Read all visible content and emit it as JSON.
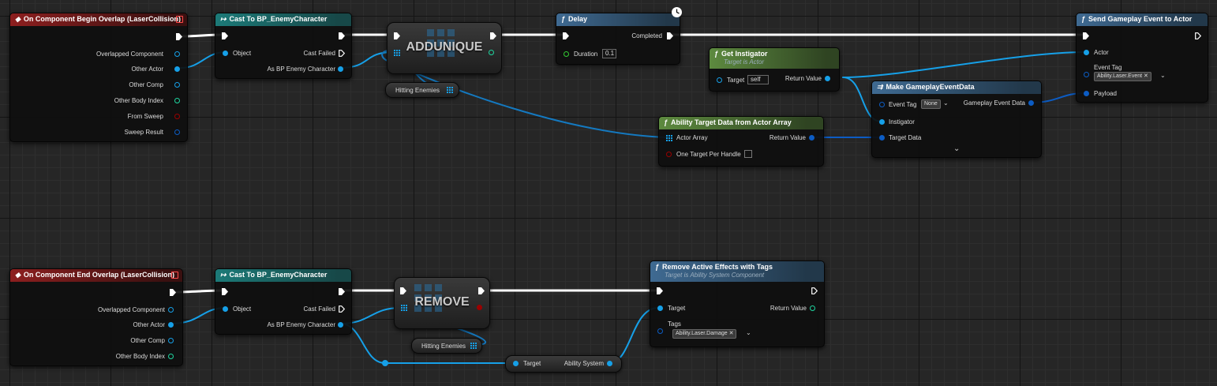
{
  "nodes": {
    "begin_overlap": {
      "title": "On Component Begin Overlap (LaserCollision)",
      "pins": [
        "Overlapped Component",
        "Other Actor",
        "Other Comp",
        "Other Body Index",
        "From Sweep",
        "Sweep Result"
      ]
    },
    "cast_top": {
      "title": "Cast To BP_EnemyCharacter",
      "object": "Object",
      "cast_failed": "Cast Failed",
      "as_enemy": "As BP Enemy Character"
    },
    "addunique": {
      "title": "ADDUNIQUE"
    },
    "hitting_top": {
      "label": "Hitting Enemies"
    },
    "delay": {
      "title": "Delay",
      "completed": "Completed",
      "duration_label": "Duration",
      "duration_value": "0.1"
    },
    "get_instigator": {
      "title": "Get Instigator",
      "subtitle": "Target is Actor",
      "target_label": "Target",
      "target_value": "self",
      "return_value": "Return Value"
    },
    "target_data": {
      "title": "Ability Target Data from Actor Array",
      "actor_array": "Actor Array",
      "return_value": "Return Value",
      "one_target": "One Target Per Handle"
    },
    "make_event": {
      "title": "Make GameplayEventData",
      "event_tag": "Event Tag",
      "event_tag_value": "None",
      "event_data": "Gameplay Event Data",
      "instigator": "Instigator",
      "target_data": "Target Data"
    },
    "send_event": {
      "title": "Send Gameplay Event to Actor",
      "actor": "Actor",
      "event_tag": "Event Tag",
      "tag_value": "Ability.Laser.Event",
      "payload": "Payload"
    },
    "end_overlap": {
      "title": "On Component End Overlap (LaserCollision)",
      "pins": [
        "Overlapped Component",
        "Other Actor",
        "Other Comp",
        "Other Body Index"
      ]
    },
    "cast_bottom": {
      "title": "Cast To BP_EnemyCharacter",
      "object": "Object",
      "cast_failed": "Cast Failed",
      "as_enemy": "As BP Enemy Character"
    },
    "remove": {
      "title": "REMOVE"
    },
    "hitting_bottom": {
      "label": "Hitting Enemies"
    },
    "ability_system": {
      "target": "Target",
      "output": "Ability System"
    },
    "remove_effects": {
      "title": "Remove Active Effects with Tags",
      "subtitle": "Target is Ability System Component",
      "target": "Target",
      "return_value": "Return Value",
      "tags": "Tags",
      "tag_value": "Ability.Laser.Damage"
    }
  },
  "colors": {
    "exec": "#ffffff",
    "object": "#16a0e8",
    "bool": "#9b0000",
    "struct": "#0c5cc4",
    "int": "#1fd6a0",
    "float": "#33cc33"
  }
}
